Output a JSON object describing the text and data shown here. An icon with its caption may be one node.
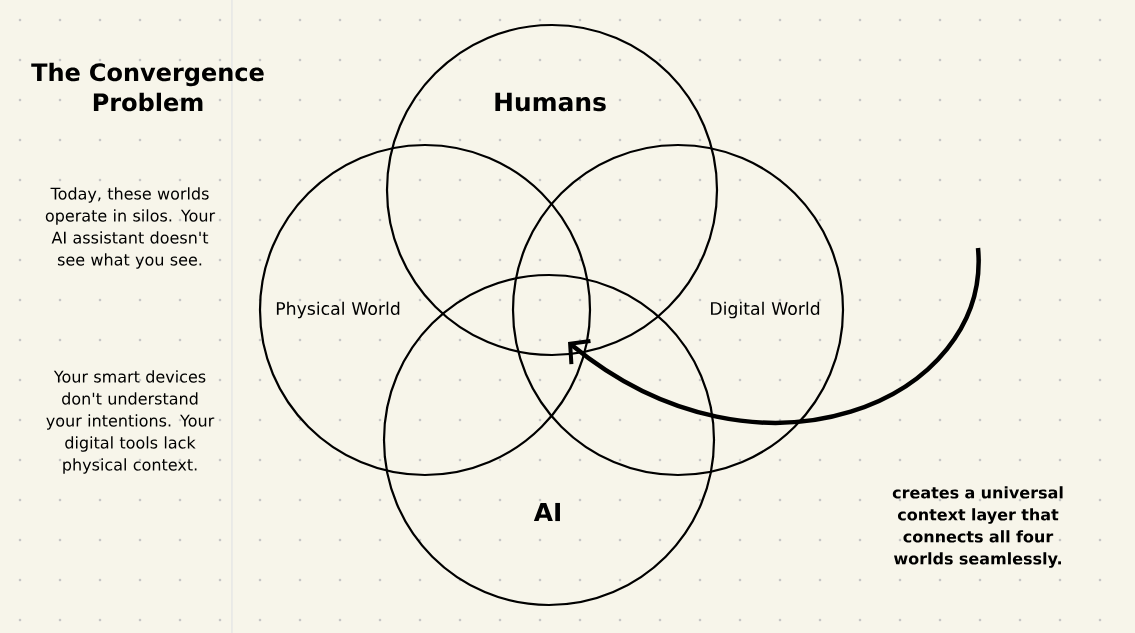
{
  "diagram": {
    "title": "The Convergence Problem",
    "nodes": [
      {
        "text": [
          "Humans"
        ]
      },
      {
        "text": [
          "Physical World"
        ]
      },
      {
        "text": [
          "Digital World"
        ]
      },
      {
        "text": [
          "AI"
        ]
      }
    ],
    "labels": [
      "Today, these worlds operate in silos. Your AI assistant doesn't see what you see.",
      "Your smart devices don't understand your intentions. Your digital tools lack physical context.",
      "creates a universal context layer that connects all four worlds seamlessly."
    ]
  }
}
